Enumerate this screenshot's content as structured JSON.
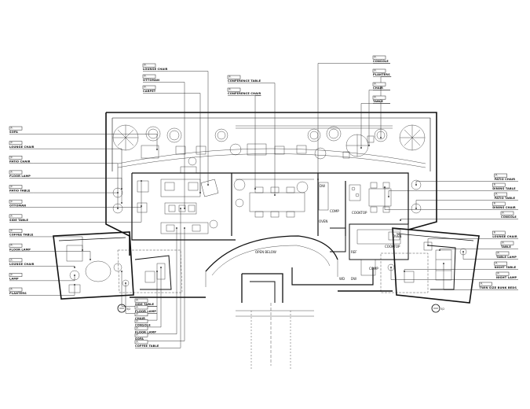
{
  "drawing": {
    "tag_text": "P-",
    "left_labels": [
      "SOFA",
      "LOUNGE CHAIR",
      "PATIO CHAIR",
      "FLOOR LAMP",
      "PATIO TABLE",
      "OTTOMAN",
      "SIDE TABLE",
      "COFFEE TABLE",
      "FLOOR LAMP",
      "LOUNGE CHAIR",
      "LAMP",
      "PLANTERS"
    ],
    "top_left_labels": [
      "LOUNGE CHAIR",
      "OTTOMAN",
      "CARPET"
    ],
    "top_center_labels": [
      "CONFERENCE TABLE",
      "CONFERENCE CHAIR"
    ],
    "top_right_labels": [
      "CONSOLE",
      "PLANTERS",
      "CHAIR",
      "TABLE"
    ],
    "right_upper_labels": [
      "PATIO CHAIR",
      "DINING TABLE",
      "PATIO TABLE",
      "DINING CHAIR",
      "CONSOLE"
    ],
    "right_lower_labels": [
      "LOUNGE CHAIR",
      "TABLE",
      "TABLE LAMP",
      "NIGHT TABLE",
      "NIGHT LAMP",
      "TWIN SIZE BUNK BEDS"
    ],
    "bottom_labels": [
      "SIDE TABLE",
      "FLOOR LAMP",
      "CHAIR",
      "CONSOLE",
      "FLOOR LAMP",
      "SOFA",
      "COFFEE TABLE"
    ],
    "room_labels": {
      "open_below": "OPEN BELOW",
      "cooktop_1": "COOKTOP",
      "cooktop_2": "COOKTOP",
      "oven_1": "OVEN",
      "oven_2": "OVEN",
      "comp_1": "COMP",
      "comp_2": "COMP",
      "dw_1": "DW",
      "dw_2": "DW",
      "ref": "REF",
      "wd": "WD"
    },
    "section_marks": [
      "3/2",
      "3/2"
    ]
  }
}
